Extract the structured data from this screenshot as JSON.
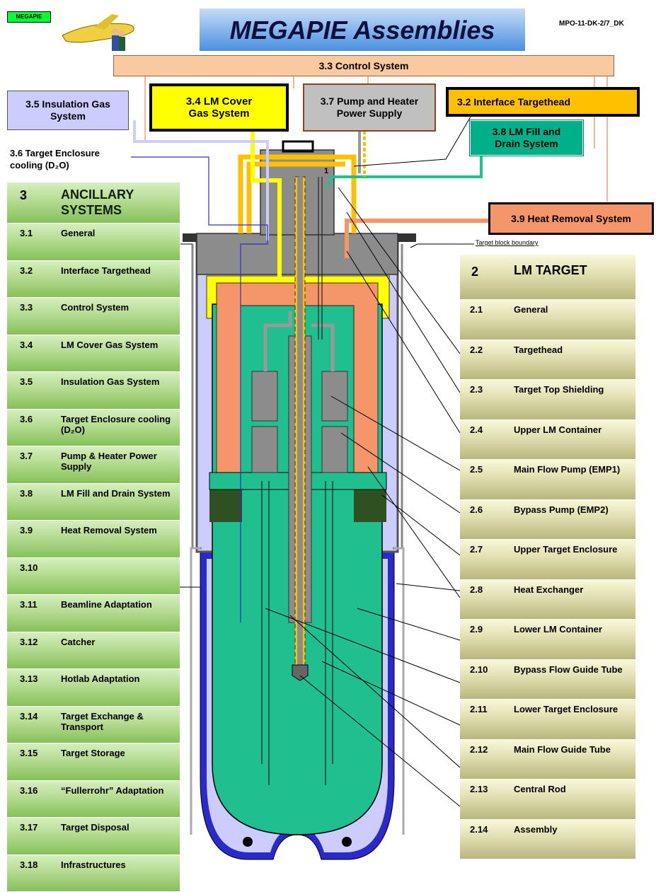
{
  "logo": {
    "text": "MEGAPIE"
  },
  "title": "MEGAPIE Assemblies",
  "doc_id": "MPO-11-DK-2/7_DK",
  "systems": {
    "control": "3.3 Control System",
    "insulation_gas": "3.5 Insulation Gas System",
    "lm_cover_gas": "3.4 LM Cover Gas System",
    "pump_heater": "3.7 Pump and Heater Power Supply",
    "interface_targethead": "3.2 Interface Targethead",
    "lm_fill_drain": "3.8 LM Fill and Drain System",
    "target_enclosure_cooling": "3.6 Target Enclosure cooling (D₂O)",
    "heat_removal": "3.9 Heat Removal System"
  },
  "target_block_boundary": "Target block boundary",
  "diagram_marks": {
    "top_one": "1"
  },
  "ancillary": {
    "num": "3",
    "title": "ANCILLARY SYSTEMS",
    "items": [
      {
        "num": "3.1",
        "label": "General"
      },
      {
        "num": "3.2",
        "label": "Interface Targethead"
      },
      {
        "num": "3.3",
        "label": "Control System"
      },
      {
        "num": "3.4",
        "label": "LM Cover Gas System"
      },
      {
        "num": "3.5",
        "label": "Insulation Gas System"
      },
      {
        "num": "3.6",
        "label": "Target Enclosure cooling (D₂O)"
      },
      {
        "num": "3.7",
        "label": "Pump & Heater Power Supply"
      },
      {
        "num": "3.8",
        "label": "LM Fill and Drain System"
      },
      {
        "num": "3.9",
        "label": "Heat Removal System"
      },
      {
        "num": "3.10",
        "label": ""
      },
      {
        "num": "3.11",
        "label": "Beamline Adaptation"
      },
      {
        "num": "3.12",
        "label": "Catcher"
      },
      {
        "num": "3.13",
        "label": "Hotlab Adaptation"
      },
      {
        "num": "3.14",
        "label": "Target Exchange & Transport"
      },
      {
        "num": "3.15",
        "label": "Target Storage"
      },
      {
        "num": "3.16",
        "label": "“Fullerrohr” Adaptation"
      },
      {
        "num": "3.17",
        "label": "Target Disposal"
      },
      {
        "num": "3.18",
        "label": "Infrastructures"
      }
    ]
  },
  "lm_target": {
    "num": "2",
    "title": "LM TARGET",
    "items": [
      {
        "num": "2.1",
        "label": "General"
      },
      {
        "num": "2.2",
        "label": "Targethead"
      },
      {
        "num": "2.3",
        "label": "Target Top Shielding"
      },
      {
        "num": "2.4",
        "label": "Upper LM Container"
      },
      {
        "num": "2.5",
        "label": "Main Flow Pump (EMP1)"
      },
      {
        "num": "2.6",
        "label": "Bypass Pump (EMP2)"
      },
      {
        "num": "2.7",
        "label": "Upper Target Enclosure"
      },
      {
        "num": "2.8",
        "label": "Heat Exchanger"
      },
      {
        "num": "2.9",
        "label": "Lower LM Container"
      },
      {
        "num": "2.10",
        "label": "Bypass Flow Guide Tube"
      },
      {
        "num": "2.11",
        "label": "Lower Target Enclosure"
      },
      {
        "num": "2.12",
        "label": "Main Flow Guide Tube"
      },
      {
        "num": "2.13",
        "label": "Central Rod"
      },
      {
        "num": "2.14",
        "label": "Assembly"
      }
    ]
  },
  "colors": {
    "control": "#f9c9a0",
    "lm_cover_gas": "#ffff00",
    "pump_heater": "#c0c0c0",
    "interface": "#ffc000",
    "fill_drain": "#00b08a",
    "heat_removal": "#f4956a",
    "insulation": "#ccccff",
    "lm": "#1fbf8f",
    "enclosure_outer": "#2a2acc"
  }
}
